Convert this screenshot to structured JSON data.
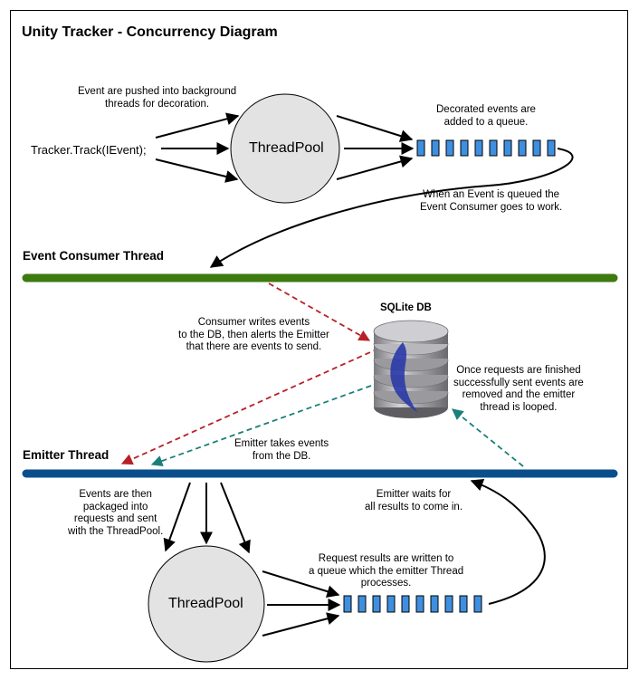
{
  "title": "Unity Tracker - Concurrency Diagram",
  "top": {
    "track_call": "Tracker.Track(IEvent);",
    "push_note": [
      "Event are pushed into background",
      "threads for decoration."
    ],
    "pool_label": "ThreadPool",
    "queue_note": [
      "Decorated events are",
      "added to a queue."
    ],
    "consumer_note": [
      "When an Event is queued the",
      "Event Consumer goes to work."
    ]
  },
  "consumer_thread": {
    "label": "Event Consumer Thread",
    "color": "#3d7a10"
  },
  "db": {
    "label": "SQLite DB",
    "write_note": [
      "Consumer writes events",
      "to the DB, then alerts the Emitter",
      "that there are events to send."
    ],
    "remove_note": [
      "Once requests are finished",
      "successfully sent events are",
      "removed and the emitter",
      "thread is looped."
    ],
    "take_note": [
      "Emitter takes events",
      "from the DB."
    ]
  },
  "emitter_thread": {
    "label": "Emitter Thread",
    "color": "#0a4f8c"
  },
  "bottom": {
    "package_note": [
      "Events are then",
      "packaged into",
      "requests and sent",
      "with the ThreadPool."
    ],
    "wait_note": [
      "Emitter waits for",
      "all results to come in."
    ],
    "pool_label": "ThreadPool",
    "results_note": [
      "Request results are written to",
      "a queue which the emitter Thread",
      "processes."
    ]
  },
  "colors": {
    "queue_cell": "#3f8fe0",
    "write_arrow": "#b82028",
    "take_arrow": "#1a7f7a",
    "pool_fill": "#e3e3e3"
  }
}
